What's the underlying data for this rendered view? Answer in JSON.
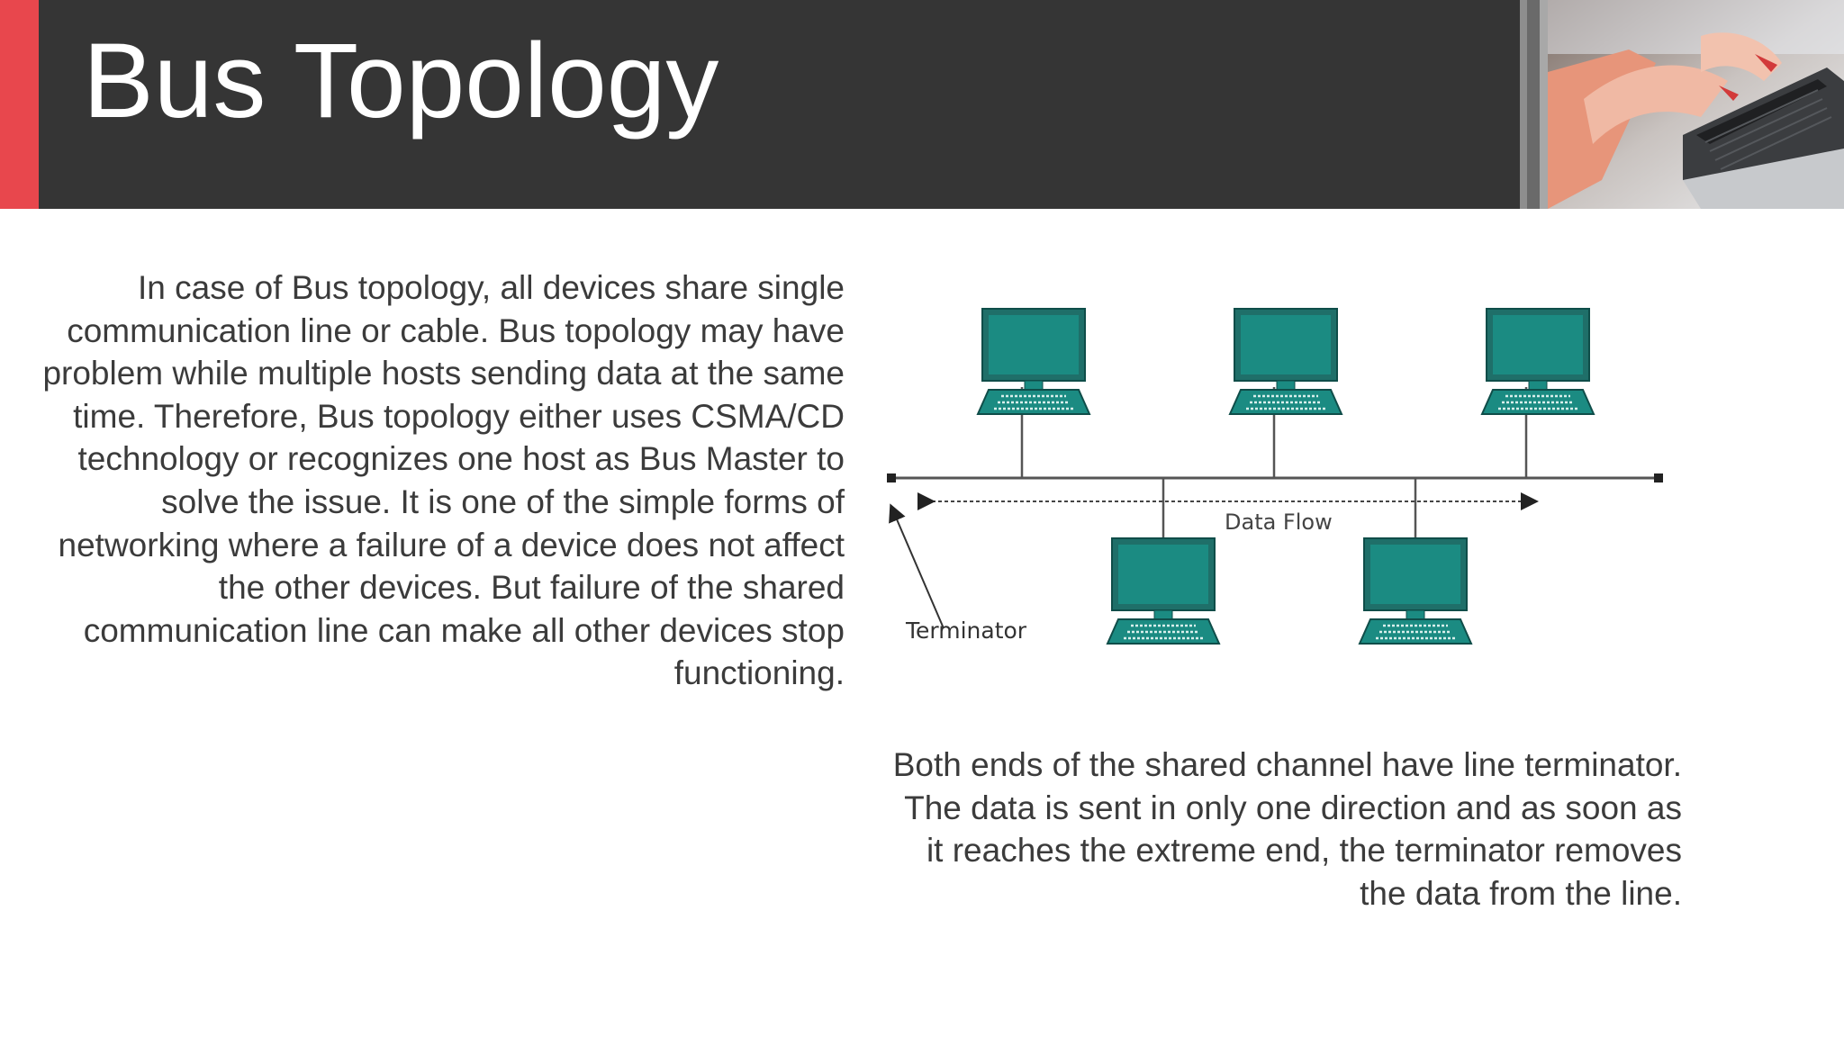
{
  "slide": {
    "title": "Bus Topology",
    "accent_color": "#e8474d",
    "header_color": "#353535",
    "photo_icon": "laptop-typing-photo"
  },
  "content": {
    "left_paragraph": "In case of Bus topology, all devices share single communication line or cable. Bus topology may have problem while multiple hosts sending data at the same time. Therefore, Bus topology either uses CSMA/CD technology or recognizes one host as Bus Master to solve the issue. It is one of the simple forms of networking where a failure of a device does not affect the other devices. But failure of the shared communication line can make all other devices stop functioning.",
    "right_paragraph": "Both ends of the shared channel have line terminator. The data is sent in only one direction and as soon as it reaches the extreme end, the terminator removes the data from the line."
  },
  "diagram": {
    "data_flow_label": "Data Flow",
    "terminator_label": "Terminator",
    "computer_color": "#1b8b82",
    "computer_icon": "computer-icon"
  }
}
